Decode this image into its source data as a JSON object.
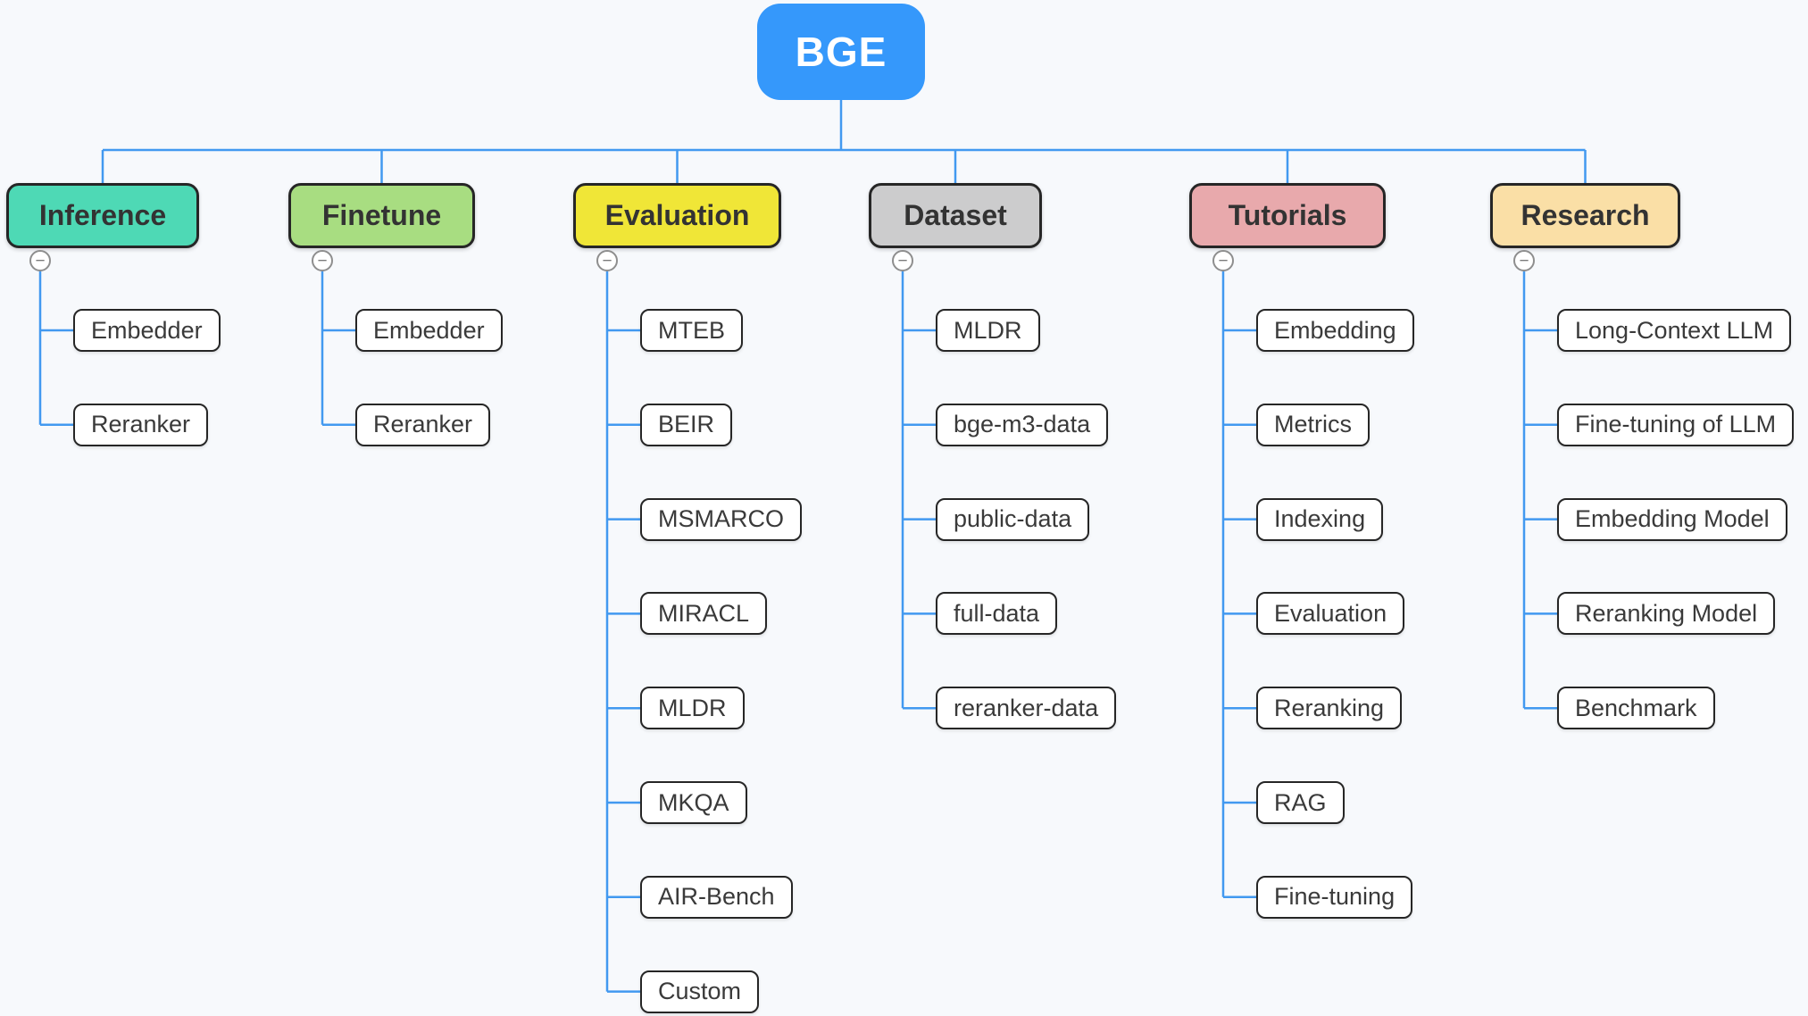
{
  "canvas": {
    "background": "#f7f9fc",
    "line_color": "#4299f0"
  },
  "root": {
    "label": "BGE",
    "fill": "#3598fb",
    "text_color": "#ffffff"
  },
  "collapse_button": {
    "symbol": "−"
  },
  "branches": [
    {
      "label": "Inference",
      "fill": "#4ed9b5",
      "children": [
        "Embedder",
        "Reranker"
      ]
    },
    {
      "label": "Finetune",
      "fill": "#a8dd81",
      "children": [
        "Embedder",
        "Reranker"
      ]
    },
    {
      "label": "Evaluation",
      "fill": "#f0e637",
      "children": [
        "MTEB",
        "BEIR",
        "MSMARCO",
        "MIRACL",
        "MLDR",
        "MKQA",
        "AIR-Bench",
        "Custom"
      ]
    },
    {
      "label": "Dataset",
      "fill": "#cccccd",
      "children": [
        "MLDR",
        "bge-m3-data",
        "public-data",
        "full-data",
        "reranker-data"
      ]
    },
    {
      "label": "Tutorials",
      "fill": "#e8a9ac",
      "children": [
        "Embedding",
        "Metrics",
        "Indexing",
        "Evaluation",
        "Reranking",
        "RAG",
        "Fine-tuning"
      ]
    },
    {
      "label": "Research",
      "fill": "#fadfa6",
      "children": [
        "Long-Context LLM",
        "Fine-tuning of LLM",
        "Embedding Model",
        "Reranking Model",
        "Benchmark"
      ]
    }
  ]
}
